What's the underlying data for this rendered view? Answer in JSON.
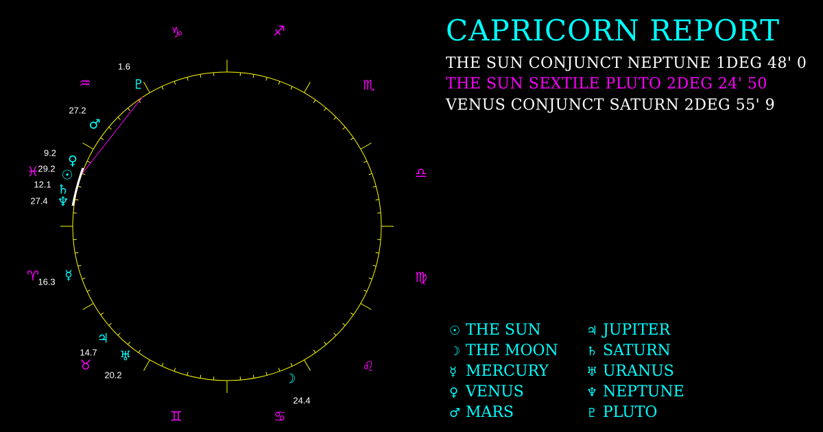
{
  "report": {
    "title": "CAPRICORN REPORT",
    "aspects": [
      {
        "text": "THE SUN CONJUNCT NEPTUNE 1DEG 48' 0",
        "color": "#ffffff"
      },
      {
        "text": "THE SUN SEXTILE PLUTO 2DEG 24' 50",
        "color": "#ff00ff"
      },
      {
        "text": "VENUS CONJUNCT SATURN 2DEG 55' 9",
        "color": "#ffffff"
      }
    ]
  },
  "colors": {
    "accent": "#00ffff",
    "sign": "#ff00ff",
    "wheel": "#ffff00",
    "text": "#ffffff"
  },
  "signs": {
    "capricorn": "♑",
    "sagittarius": "♐",
    "scorpio": "♏",
    "libra": "♎",
    "virgo": "♍",
    "leo": "♌",
    "cancer": "♋",
    "gemini": "♊",
    "taurus": "♉",
    "aries": "♈",
    "pisces": "♓",
    "aquarius": "♒"
  },
  "planets": {
    "pluto": {
      "glyph": "♇",
      "degree": "1.6"
    },
    "mars": {
      "glyph": "♂",
      "degree": "27.2"
    },
    "venus": {
      "glyph": "♀",
      "degree": "9.2"
    },
    "sun": {
      "glyph": "☉",
      "degree": "29.2"
    },
    "saturn": {
      "glyph": "♄",
      "degree": "12.1"
    },
    "neptune": {
      "glyph": "♆",
      "degree": "27.4"
    },
    "mercury": {
      "glyph": "☿",
      "degree": "16.3"
    },
    "jupiter": {
      "glyph": "♃",
      "degree": "14.7"
    },
    "uranus": {
      "glyph": "♅",
      "degree": "20.2"
    },
    "moon": {
      "glyph": "☽",
      "degree": "24.4"
    }
  },
  "legend": [
    {
      "glyph": "☉",
      "label": "THE SUN"
    },
    {
      "glyph": "☽",
      "label": "THE MOON"
    },
    {
      "glyph": "☿",
      "label": "MERCURY"
    },
    {
      "glyph": "♀",
      "label": "VENUS"
    },
    {
      "glyph": "♂",
      "label": "MARS"
    },
    {
      "glyph": "♃",
      "label": "JUPITER"
    },
    {
      "glyph": "♄",
      "label": "SATURN"
    },
    {
      "glyph": "♅",
      "label": "URANUS"
    },
    {
      "glyph": "♆",
      "label": "NEPTUNE"
    },
    {
      "glyph": "♇",
      "label": "PLUTO"
    }
  ]
}
